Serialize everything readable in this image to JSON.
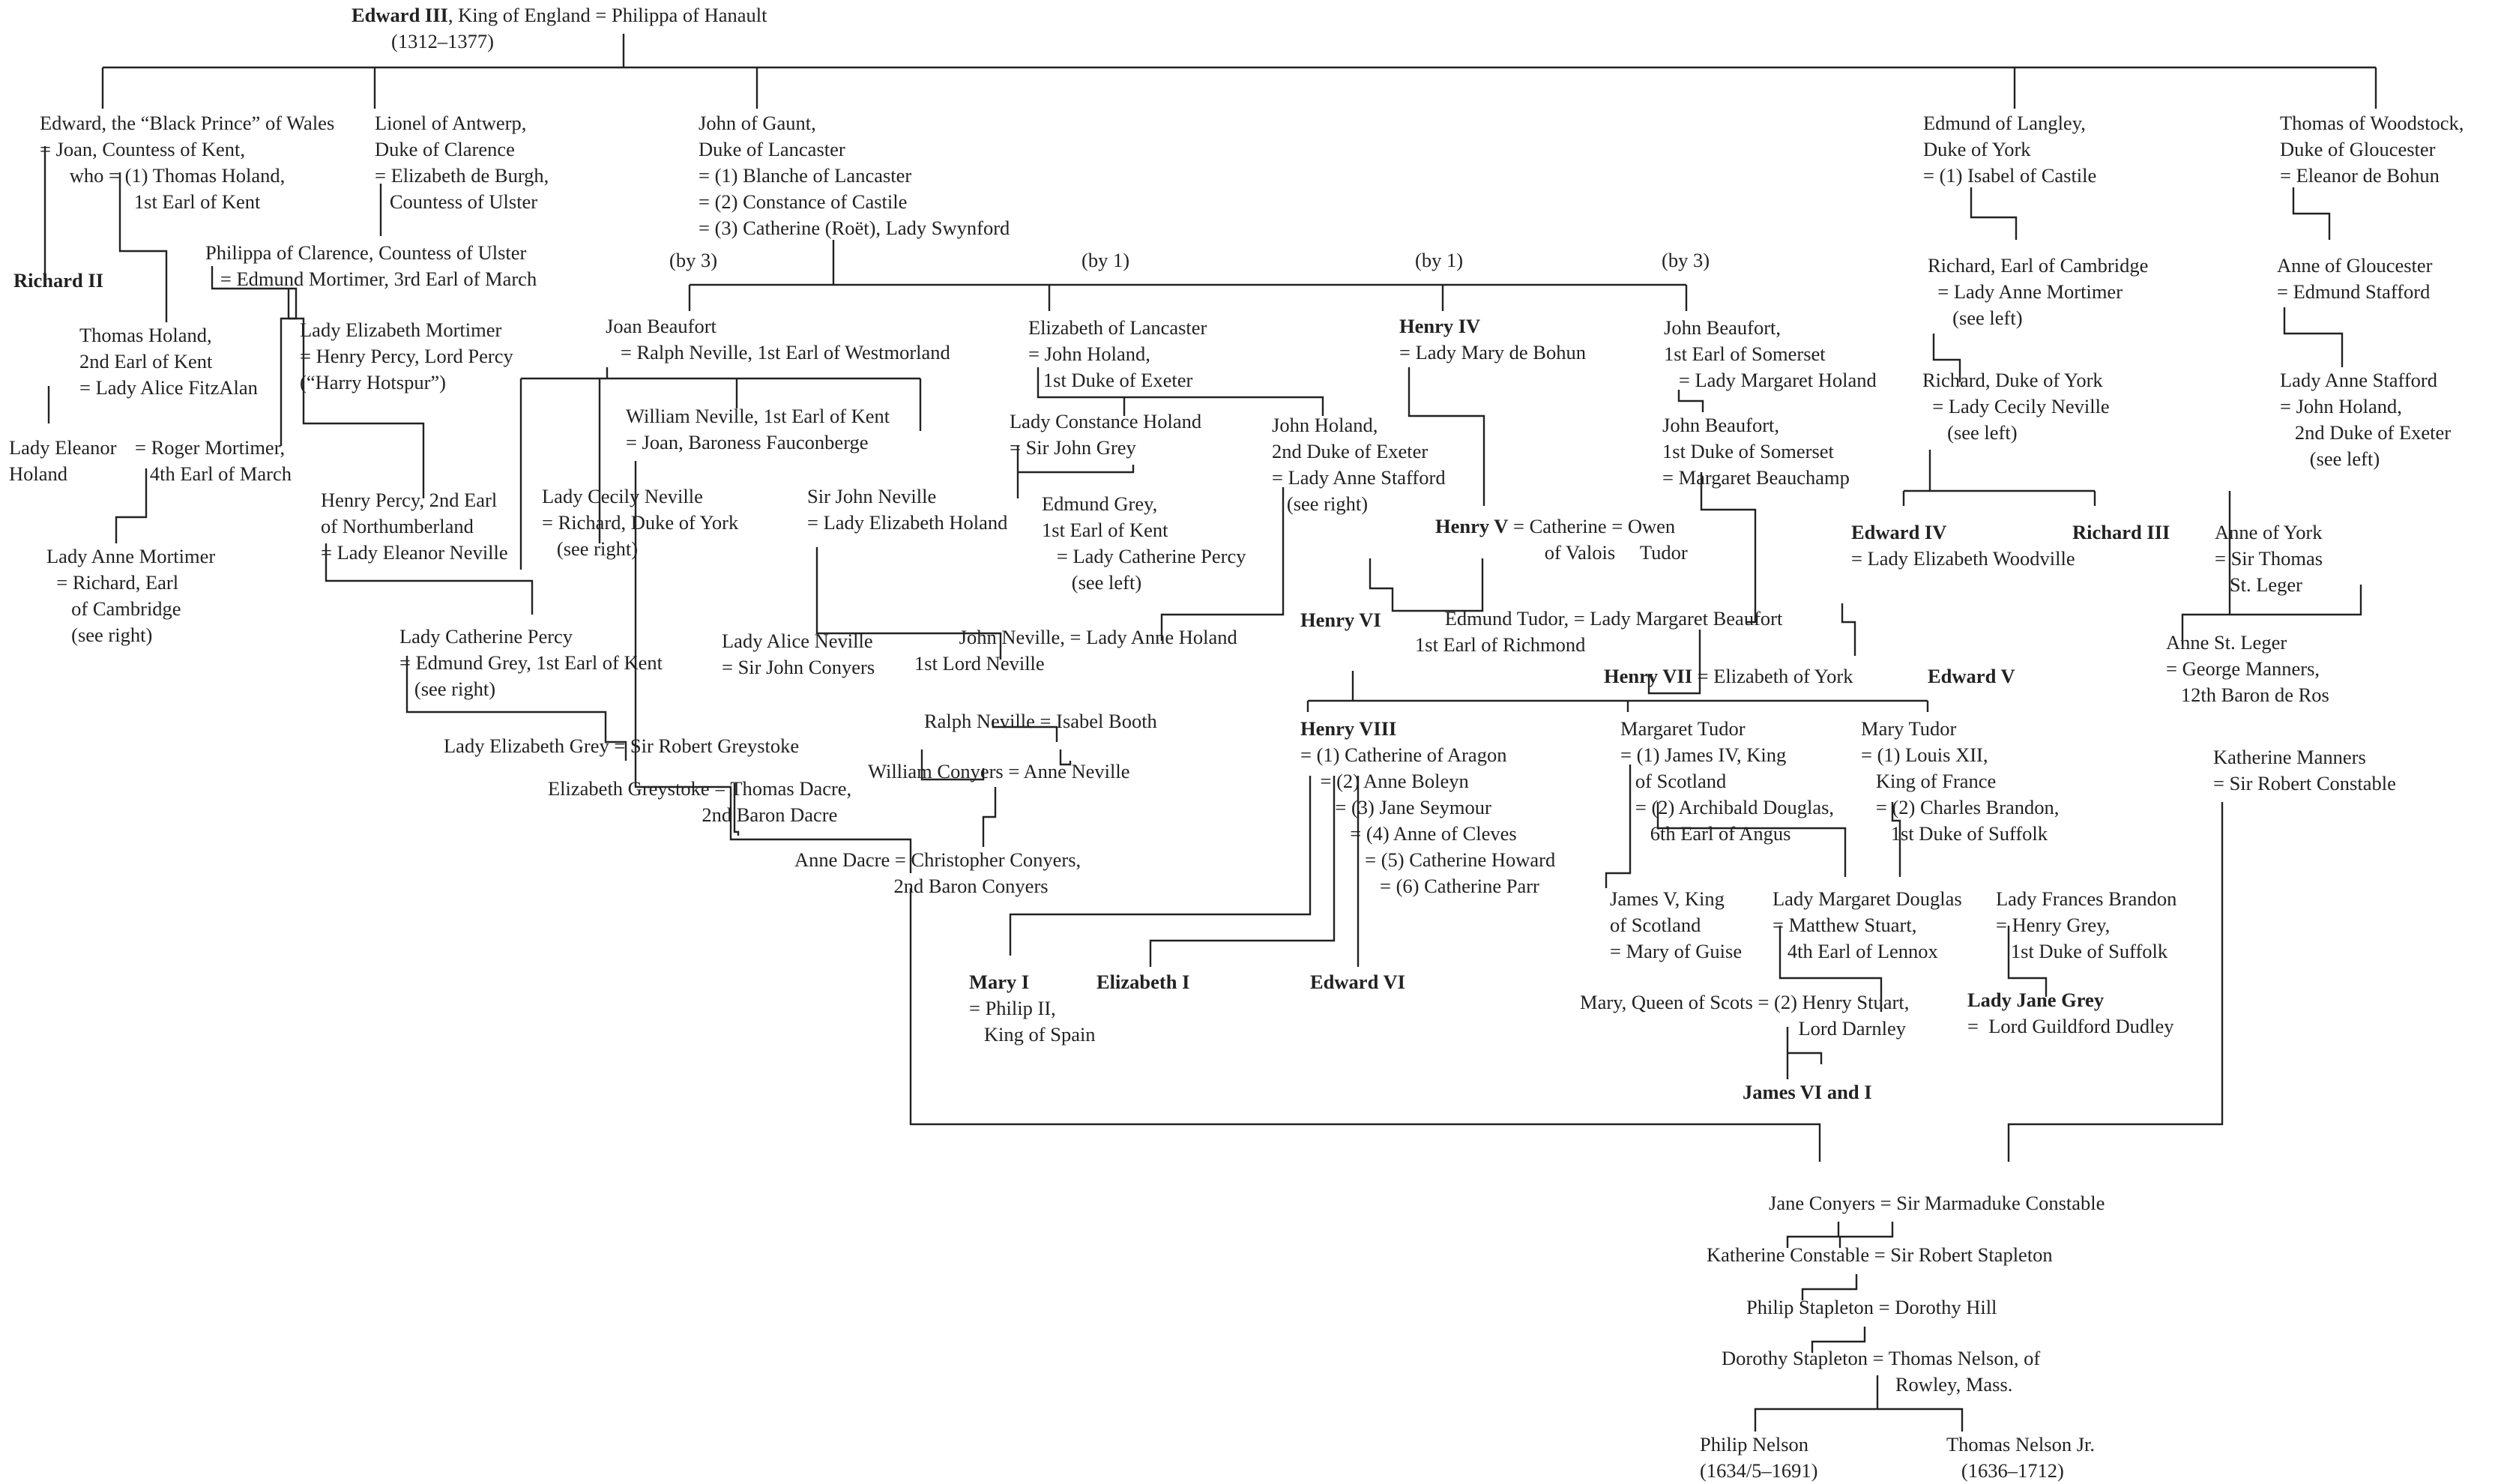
{
  "nodes": [
    {
      "id": "edward3",
      "lines": [
        [
          {
            "t": "Edward III",
            "b": true
          },
          {
            "t": ", King of England = Philippa of Hanault"
          }
        ],
        [
          {
            "t": "        (1312–1377)"
          }
        ]
      ]
    },
    {
      "id": "black-prince",
      "lines": [
        [
          {
            "t": "Edward, the “Black Prince” of Wales"
          }
        ],
        [
          {
            "t": "= Joan, Countess of Kent,"
          }
        ],
        [
          {
            "t": "      who = (1) Thomas Holand,"
          }
        ],
        [
          {
            "t": "                   1st Earl of Kent"
          }
        ]
      ]
    },
    {
      "id": "lionel",
      "lines": [
        [
          {
            "t": "Lionel of Antwerp,"
          }
        ],
        [
          {
            "t": "Duke of Clarence"
          }
        ],
        [
          {
            "t": "= Elizabeth de Burgh,"
          }
        ],
        [
          {
            "t": "   Countess of Ulster"
          }
        ]
      ]
    },
    {
      "id": "gaunt",
      "lines": [
        [
          {
            "t": "John of Gaunt,"
          }
        ],
        [
          {
            "t": "Duke of Lancaster"
          }
        ],
        [
          {
            "t": "= (1) Blanche of Lancaster"
          }
        ],
        [
          {
            "t": "= (2) Constance of Castile"
          }
        ],
        [
          {
            "t": "= (3) Catherine (Roët), Lady Swynford"
          }
        ]
      ]
    },
    {
      "id": "edmund-langley",
      "lines": [
        [
          {
            "t": "Edmund of Langley,"
          }
        ],
        [
          {
            "t": "Duke of York"
          }
        ],
        [
          {
            "t": "= (1) Isabel of Castile"
          }
        ]
      ]
    },
    {
      "id": "thomas-woodstock",
      "lines": [
        [
          {
            "t": "Thomas of Woodstock,"
          }
        ],
        [
          {
            "t": "Duke of Gloucester"
          }
        ],
        [
          {
            "t": "= Eleanor de Bohun"
          }
        ]
      ]
    },
    {
      "id": "richard2",
      "lines": [
        [
          {
            "t": "Richard II",
            "b": true
          }
        ]
      ]
    },
    {
      "id": "philippa-clarence",
      "lines": [
        [
          {
            "t": "Philippa of Clarence, Countess of Ulster"
          }
        ],
        [
          {
            "t": "   = Edmund Mortimer, 3rd Earl of March"
          }
        ]
      ]
    },
    {
      "id": "thomas-holand-2",
      "lines": [
        [
          {
            "t": "Thomas Holand,"
          }
        ],
        [
          {
            "t": "2nd Earl of Kent"
          }
        ],
        [
          {
            "t": "= Lady Alice FitzAlan"
          }
        ]
      ]
    },
    {
      "id": "elizabeth-mortimer",
      "lines": [
        [
          {
            "t": "Lady Elizabeth Mortimer"
          }
        ],
        [
          {
            "t": "= Henry Percy, Lord Percy"
          }
        ],
        [
          {
            "t": "(“Harry Hotspur”)"
          }
        ]
      ]
    },
    {
      "id": "eleanor-holand",
      "lines": [
        [
          {
            "t": "Lady Eleanor"
          }
        ],
        [
          {
            "t": "Holand"
          }
        ]
      ]
    },
    {
      "id": "roger-mortimer",
      "lines": [
        [
          {
            "t": "= Roger Mortimer,"
          }
        ],
        [
          {
            "t": "   4th Earl of March"
          }
        ]
      ]
    },
    {
      "id": "anne-mortimer",
      "lines": [
        [
          {
            "t": "Lady Anne Mortimer"
          }
        ],
        [
          {
            "t": "  = Richard, Earl"
          }
        ],
        [
          {
            "t": "     of Cambridge"
          }
        ],
        [
          {
            "t": "     (see right)"
          }
        ]
      ]
    },
    {
      "id": "henry-percy-2",
      "lines": [
        [
          {
            "t": "Henry Percy, 2nd Earl"
          }
        ],
        [
          {
            "t": "of Northumberland"
          }
        ],
        [
          {
            "t": "= Lady Eleanor Neville"
          }
        ]
      ]
    },
    {
      "id": "tag-by3a",
      "lines": [
        [
          {
            "t": "(by 3)"
          }
        ]
      ]
    },
    {
      "id": "tag-by1a",
      "lines": [
        [
          {
            "t": "(by 1)"
          }
        ]
      ]
    },
    {
      "id": "tag-by1b",
      "lines": [
        [
          {
            "t": "(by 1)"
          }
        ]
      ]
    },
    {
      "id": "tag-by3b",
      "lines": [
        [
          {
            "t": "(by 3)"
          }
        ]
      ]
    },
    {
      "id": "joan-beaufort",
      "lines": [
        [
          {
            "t": "Joan Beaufort"
          }
        ],
        [
          {
            "t": "   = Ralph Neville, 1st Earl of Westmorland"
          }
        ]
      ]
    },
    {
      "id": "elizabeth-lancaster",
      "lines": [
        [
          {
            "t": "Elizabeth of Lancaster"
          }
        ],
        [
          {
            "t": "= John Holand,"
          }
        ],
        [
          {
            "t": "   1st Duke of Exeter"
          }
        ]
      ]
    },
    {
      "id": "henry4",
      "lines": [
        [
          {
            "t": "Henry IV",
            "b": true
          }
        ],
        [
          {
            "t": "= Lady Mary de Bohun"
          }
        ]
      ]
    },
    {
      "id": "john-beaufort-1",
      "lines": [
        [
          {
            "t": "John Beaufort,"
          }
        ],
        [
          {
            "t": "1st Earl of Somerset"
          }
        ],
        [
          {
            "t": "   = Lady Margaret Holand"
          }
        ]
      ]
    },
    {
      "id": "richard-cambridge",
      "lines": [
        [
          {
            "t": "Richard, Earl of Cambridge"
          }
        ],
        [
          {
            "t": "  = Lady Anne Mortimer"
          }
        ],
        [
          {
            "t": "     (see left)"
          }
        ]
      ]
    },
    {
      "id": "anne-gloucester",
      "lines": [
        [
          {
            "t": "Anne of Gloucester"
          }
        ],
        [
          {
            "t": "= Edmund Stafford"
          }
        ]
      ]
    },
    {
      "id": "william-neville",
      "lines": [
        [
          {
            "t": "William Neville, 1st Earl of Kent"
          }
        ],
        [
          {
            "t": "= Joan, Baroness Fauconberge"
          }
        ]
      ]
    },
    {
      "id": "constance-holand",
      "lines": [
        [
          {
            "t": "Lady Constance Holand"
          }
        ],
        [
          {
            "t": "= Sir John Grey"
          }
        ]
      ]
    },
    {
      "id": "john-holand-2",
      "lines": [
        [
          {
            "t": "John Holand,"
          }
        ],
        [
          {
            "t": "2nd Duke of Exeter"
          }
        ],
        [
          {
            "t": "= Lady Anne Stafford"
          }
        ],
        [
          {
            "t": "   (see right)"
          }
        ]
      ]
    },
    {
      "id": "john-beaufort-duke",
      "lines": [
        [
          {
            "t": "John Beaufort,"
          }
        ],
        [
          {
            "t": "1st Duke of Somerset"
          }
        ],
        [
          {
            "t": "= Margaret Beauchamp"
          }
        ]
      ]
    },
    {
      "id": "richard-york",
      "lines": [
        [
          {
            "t": "Richard, Duke of York"
          }
        ],
        [
          {
            "t": "  = Lady Cecily Neville"
          }
        ],
        [
          {
            "t": "     (see left)"
          }
        ]
      ]
    },
    {
      "id": "anne-stafford",
      "lines": [
        [
          {
            "t": "Lady Anne Stafford"
          }
        ],
        [
          {
            "t": "= John Holand,"
          }
        ],
        [
          {
            "t": "   2nd Duke of Exeter"
          }
        ],
        [
          {
            "t": "      (see left)"
          }
        ]
      ]
    },
    {
      "id": "cecily-neville",
      "lines": [
        [
          {
            "t": "Lady Cecily Neville"
          }
        ],
        [
          {
            "t": "= Richard, Duke of York"
          }
        ],
        [
          {
            "t": "   (see right)"
          }
        ]
      ]
    },
    {
      "id": "sir-john-neville",
      "lines": [
        [
          {
            "t": "Sir John Neville"
          }
        ],
        [
          {
            "t": "= Lady Elizabeth Holand"
          }
        ]
      ]
    },
    {
      "id": "edmund-grey-1",
      "lines": [
        [
          {
            "t": "Edmund Grey,"
          }
        ],
        [
          {
            "t": "1st Earl of Kent"
          }
        ],
        [
          {
            "t": "   = Lady Catherine Percy"
          }
        ],
        [
          {
            "t": "      (see left)"
          }
        ]
      ]
    },
    {
      "id": "henry5",
      "lines": [
        [
          {
            "t": "Henry V",
            "b": true
          },
          {
            "t": " = Catherine = Owen"
          }
        ],
        [
          {
            "t": "                      of Valois     Tudor"
          }
        ]
      ]
    },
    {
      "id": "edward4",
      "lines": [
        [
          {
            "t": "Edward IV",
            "b": true
          }
        ],
        [
          {
            "t": "= Lady Elizabeth Woodville"
          }
        ]
      ]
    },
    {
      "id": "richard3",
      "lines": [
        [
          {
            "t": "Richard III",
            "b": true
          }
        ]
      ]
    },
    {
      "id": "anne-york",
      "lines": [
        [
          {
            "t": "Anne of York"
          }
        ],
        [
          {
            "t": "= Sir Thomas"
          }
        ],
        [
          {
            "t": "   St. Leger"
          }
        ]
      ]
    },
    {
      "id": "henry6",
      "lines": [
        [
          {
            "t": "Henry VI",
            "b": true
          }
        ]
      ]
    },
    {
      "id": "edmund-tudor",
      "lines": [
        [
          {
            "t": "      Edmund Tudor, = Lady Margaret Beaufort"
          }
        ],
        [
          {
            "t": "1st Earl of Richmond"
          }
        ]
      ]
    },
    {
      "id": "catherine-percy",
      "lines": [
        [
          {
            "t": "Lady Catherine Percy"
          }
        ],
        [
          {
            "t": "= Edmund Grey, 1st Earl of Kent"
          }
        ],
        [
          {
            "t": "   (see right)"
          }
        ]
      ]
    },
    {
      "id": "alice-neville",
      "lines": [
        [
          {
            "t": "Lady Alice Neville"
          }
        ],
        [
          {
            "t": "= Sir John Conyers"
          }
        ]
      ]
    },
    {
      "id": "john-neville-lord",
      "lines": [
        [
          {
            "t": "         John Neville, = Lady Anne Holand"
          }
        ],
        [
          {
            "t": "1st Lord Neville"
          }
        ]
      ]
    },
    {
      "id": "anne-st-leger",
      "lines": [
        [
          {
            "t": "Anne St. Leger"
          }
        ],
        [
          {
            "t": "= George Manners,"
          }
        ],
        [
          {
            "t": "   12th Baron de Ros"
          }
        ]
      ]
    },
    {
      "id": "henry7",
      "lines": [
        [
          {
            "t": "Henry VII",
            "b": true
          },
          {
            "t": " = Elizabeth of York"
          }
        ]
      ]
    },
    {
      "id": "edward5",
      "lines": [
        [
          {
            "t": "Edward V",
            "b": true
          }
        ]
      ]
    },
    {
      "id": "ralph-neville-booth",
      "lines": [
        [
          {
            "t": "Ralph Neville = Isabel Booth"
          }
        ]
      ]
    },
    {
      "id": "henry8",
      "lines": [
        [
          {
            "t": "Henry VIII",
            "b": true
          }
        ],
        [
          {
            "t": "= (1) Catherine of Aragon"
          }
        ],
        [
          {
            "t": "    = (2) Anne Boleyn"
          }
        ],
        [
          {
            "t": "       = (3) Jane Seymour"
          }
        ],
        [
          {
            "t": "          = (4) Anne of Cleves"
          }
        ],
        [
          {
            "t": "             = (5) Catherine Howard"
          }
        ],
        [
          {
            "t": "                = (6) Catherine Parr"
          }
        ]
      ]
    },
    {
      "id": "margaret-tudor",
      "lines": [
        [
          {
            "t": "Margaret Tudor"
          }
        ],
        [
          {
            "t": "= (1) James IV, King"
          }
        ],
        [
          {
            "t": "   of Scotland"
          }
        ],
        [
          {
            "t": "   = (2) Archibald Douglas,"
          }
        ],
        [
          {
            "t": "      6th Earl of Angus"
          }
        ]
      ]
    },
    {
      "id": "mary-tudor",
      "lines": [
        [
          {
            "t": "Mary Tudor"
          }
        ],
        [
          {
            "t": "= (1) Louis XII,"
          }
        ],
        [
          {
            "t": "   King of France"
          }
        ],
        [
          {
            "t": "   = (2) Charles Brandon,"
          }
        ],
        [
          {
            "t": "      1st Duke of Suffolk"
          }
        ]
      ]
    },
    {
      "id": "katherine-manners",
      "lines": [
        [
          {
            "t": "Katherine Manners"
          }
        ],
        [
          {
            "t": "= Sir Robert Constable"
          }
        ]
      ]
    },
    {
      "id": "elizabeth-grey",
      "lines": [
        [
          {
            "t": "Lady Elizabeth Grey = Sir Robert Greystoke"
          }
        ]
      ]
    },
    {
      "id": "william-conyers",
      "lines": [
        [
          {
            "t": "William Conyers = Anne Neville"
          }
        ]
      ]
    },
    {
      "id": "elizabeth-greystoke",
      "lines": [
        [
          {
            "t": "Elizabeth Greystoke = Thomas Dacre,"
          }
        ],
        [
          {
            "t": "                               2nd Baron Dacre"
          }
        ]
      ]
    },
    {
      "id": "anne-dacre",
      "lines": [
        [
          {
            "t": "Anne Dacre = Christopher Conyers,"
          }
        ],
        [
          {
            "t": "                    2nd Baron Conyers"
          }
        ]
      ]
    },
    {
      "id": "james5",
      "lines": [
        [
          {
            "t": "James V, King"
          }
        ],
        [
          {
            "t": "of Scotland"
          }
        ],
        [
          {
            "t": "= Mary of Guise"
          }
        ]
      ]
    },
    {
      "id": "margaret-douglas",
      "lines": [
        [
          {
            "t": "Lady Margaret Douglas"
          }
        ],
        [
          {
            "t": "= Matthew Stuart,"
          }
        ],
        [
          {
            "t": "   4th Earl of Lennox"
          }
        ]
      ]
    },
    {
      "id": "frances-brandon",
      "lines": [
        [
          {
            "t": "Lady Frances Brandon"
          }
        ],
        [
          {
            "t": "= Henry Grey,"
          }
        ],
        [
          {
            "t": "   1st Duke of Suffolk"
          }
        ]
      ]
    },
    {
      "id": "mary1",
      "lines": [
        [
          {
            "t": "Mary I",
            "b": true
          }
        ],
        [
          {
            "t": "= Philip II,"
          }
        ],
        [
          {
            "t": "   King of Spain"
          }
        ]
      ]
    },
    {
      "id": "elizabeth1",
      "lines": [
        [
          {
            "t": "Elizabeth I",
            "b": true
          }
        ]
      ]
    },
    {
      "id": "edward6",
      "lines": [
        [
          {
            "t": "Edward VI",
            "b": true
          }
        ]
      ]
    },
    {
      "id": "mary-queen-scots",
      "lines": [
        [
          {
            "t": "Mary, Queen of Scots = (2) Henry Stuart,"
          }
        ],
        [
          {
            "t": "                                            Lord Darnley"
          }
        ]
      ]
    },
    {
      "id": "jane-grey",
      "lines": [
        [
          {
            "t": "Lady Jane Grey",
            "b": true
          }
        ],
        [
          {
            "t": "=  Lord Guildford Dudley"
          }
        ]
      ]
    },
    {
      "id": "james6",
      "lines": [
        [
          {
            "t": "James VI and I",
            "b": true
          }
        ]
      ]
    },
    {
      "id": "jane-conyers",
      "lines": [
        [
          {
            "t": "Jane Conyers = Sir Marmaduke Constable"
          }
        ]
      ]
    },
    {
      "id": "katherine-constable",
      "lines": [
        [
          {
            "t": "Katherine Constable = Sir Robert Stapleton"
          }
        ]
      ]
    },
    {
      "id": "philip-stapleton",
      "lines": [
        [
          {
            "t": "Philip Stapleton = Dorothy Hill"
          }
        ]
      ]
    },
    {
      "id": "dorothy-stapleton",
      "lines": [
        [
          {
            "t": "Dorothy Stapleton = Thomas Nelson, of"
          }
        ],
        [
          {
            "t": "                                   Rowley, Mass."
          }
        ]
      ]
    },
    {
      "id": "philip-nelson",
      "lines": [
        [
          {
            "t": "Philip Nelson"
          }
        ],
        [
          {
            "t": "(1634/5–1691)"
          }
        ]
      ]
    },
    {
      "id": "thomas-nelson-jr",
      "lines": [
        [
          {
            "t": "Thomas Nelson Jr."
          }
        ],
        [
          {
            "t": "   (1636–1712)"
          }
        ]
      ]
    }
  ]
}
